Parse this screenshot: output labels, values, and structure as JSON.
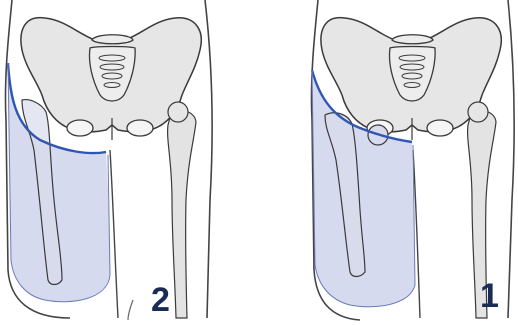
{
  "panels": [
    {
      "label": "2",
      "description_key": "above-hip-socket-outline"
    },
    {
      "label": "1",
      "description_key": "through-hip-socket-outline"
    }
  ],
  "colors": {
    "socket_fill": "#c7cdea",
    "socket_line": "#2f56b4",
    "bone_fill": "#e3e3e3",
    "bone_line": "#3a3a3a",
    "label": "#1a2b55",
    "body_outline": "#444444"
  }
}
